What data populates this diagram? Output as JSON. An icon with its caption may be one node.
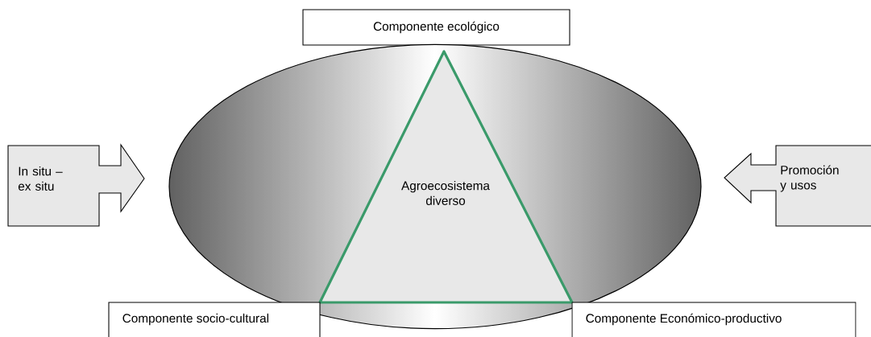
{
  "diagram": {
    "nodes": [
      {
        "text": [
          "Componente ecológico"
        ]
      },
      {
        "text": [],
        "shape": "cylinder"
      },
      {
        "text": [
          "In situ – ex situ"
        ]
      },
      {
        "text": [
          "Agroecosistema diverso"
        ],
        "in": 1
      },
      {
        "text": [
          "Promoción y usos"
        ]
      },
      {
        "text": [
          "Componente socio-cultural"
        ]
      },
      {
        "text": [
          "Componente Económico-productivo"
        ]
      }
    ]
  }
}
